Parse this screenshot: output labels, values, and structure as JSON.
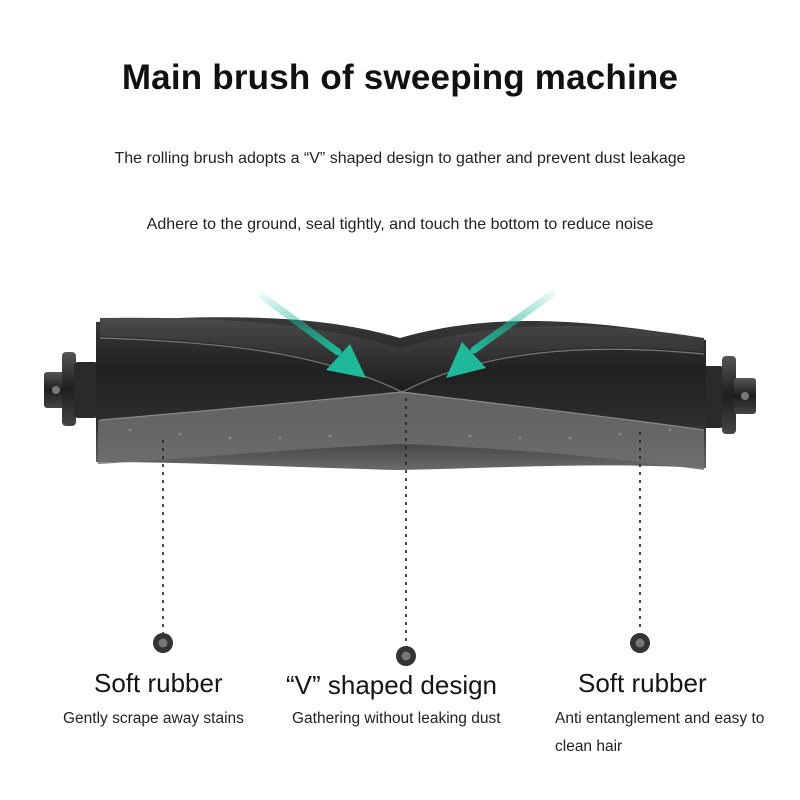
{
  "header": {
    "title": "Main brush of sweeping machine",
    "line1": "The rolling brush adopts a “V” shaped design to gather and prevent dust leakage",
    "line2": "Adhere to the ground, seal tightly, and touch the bottom to reduce noise"
  },
  "features": [
    {
      "label": "Soft rubber",
      "desc": "Gently scrape away stains"
    },
    {
      "label": "“V” shaped design",
      "desc": "Gathering without leaking dust"
    },
    {
      "label": "Soft rubber",
      "desc": "Anti entanglement and easy to clean hair"
    }
  ],
  "colors": {
    "arrow": "#1fb89a",
    "brush": "#2b2b2b",
    "dot": "#333333"
  }
}
